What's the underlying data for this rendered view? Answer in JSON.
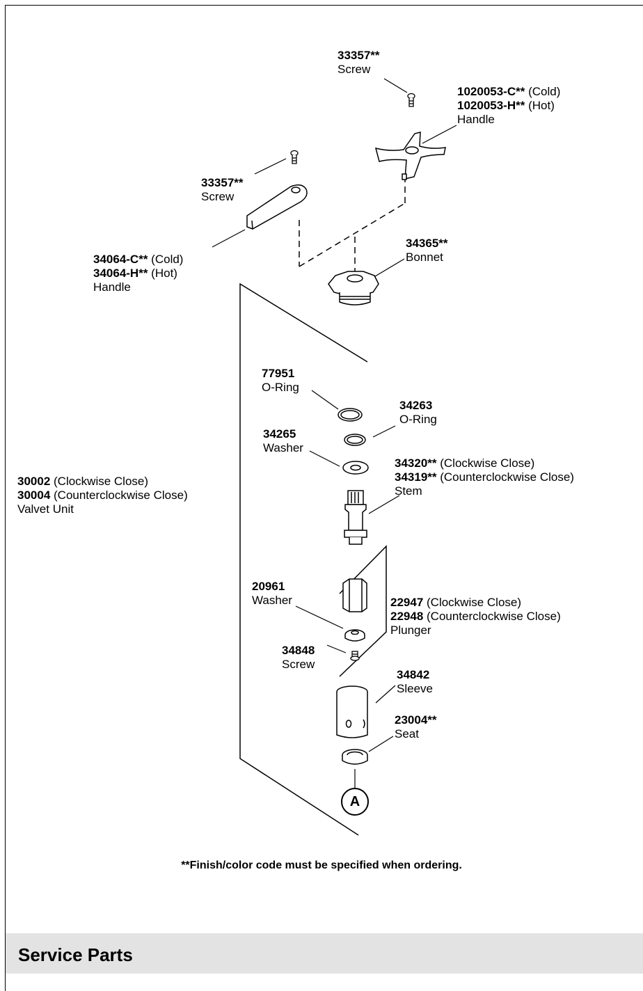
{
  "labels": {
    "screw_top": {
      "part": "33357**",
      "name": "Screw"
    },
    "handle_cross": {
      "line1": "1020053-C**",
      "line1_qual": " (Cold)",
      "line2": "1020053-H**",
      "line2_qual": " (Hot)",
      "name": "Handle"
    },
    "screw_left": {
      "part": "33357**",
      "name": "Screw"
    },
    "handle_lever": {
      "line1": "34064-C**",
      "line1_qual": " (Cold)",
      "line2": "34064-H**",
      "line2_qual": " (Hot)",
      "name": "Handle"
    },
    "bonnet": {
      "part": "34365**",
      "name": "Bonnet"
    },
    "oring_77951": {
      "part": "77951",
      "name": "O-Ring"
    },
    "oring_34263": {
      "part": "34263",
      "name": "O-Ring"
    },
    "washer_34265": {
      "part": "34265",
      "name": "Washer"
    },
    "stem": {
      "line1": "34320**",
      "line1_qual": " (Clockwise Close)",
      "line2": "34319**",
      "line2_qual": " (Counterclockwise Close)",
      "name": "Stem"
    },
    "valve_unit": {
      "line1": "30002",
      "line1_qual": " (Clockwise Close)",
      "line2": "30004",
      "line2_qual": " (Counterclockwise Close)",
      "name": "Valvet Unit"
    },
    "washer_20961": {
      "part": "20961",
      "name": "Washer"
    },
    "plunger": {
      "line1": "22947",
      "line1_qual": " (Clockwise Close)",
      "line2": "22948",
      "line2_qual": " (Counterclockwise Close)",
      "name": "Plunger"
    },
    "screw_34848": {
      "part": "34848",
      "name": "Screw"
    },
    "sleeve": {
      "part": "34842",
      "name": "Sleeve"
    },
    "seat": {
      "part": "23004**",
      "name": "Seat"
    }
  },
  "callout": "A",
  "footnote": "**Finish/color code must be specified when ordering.",
  "section_title": "Service Parts"
}
